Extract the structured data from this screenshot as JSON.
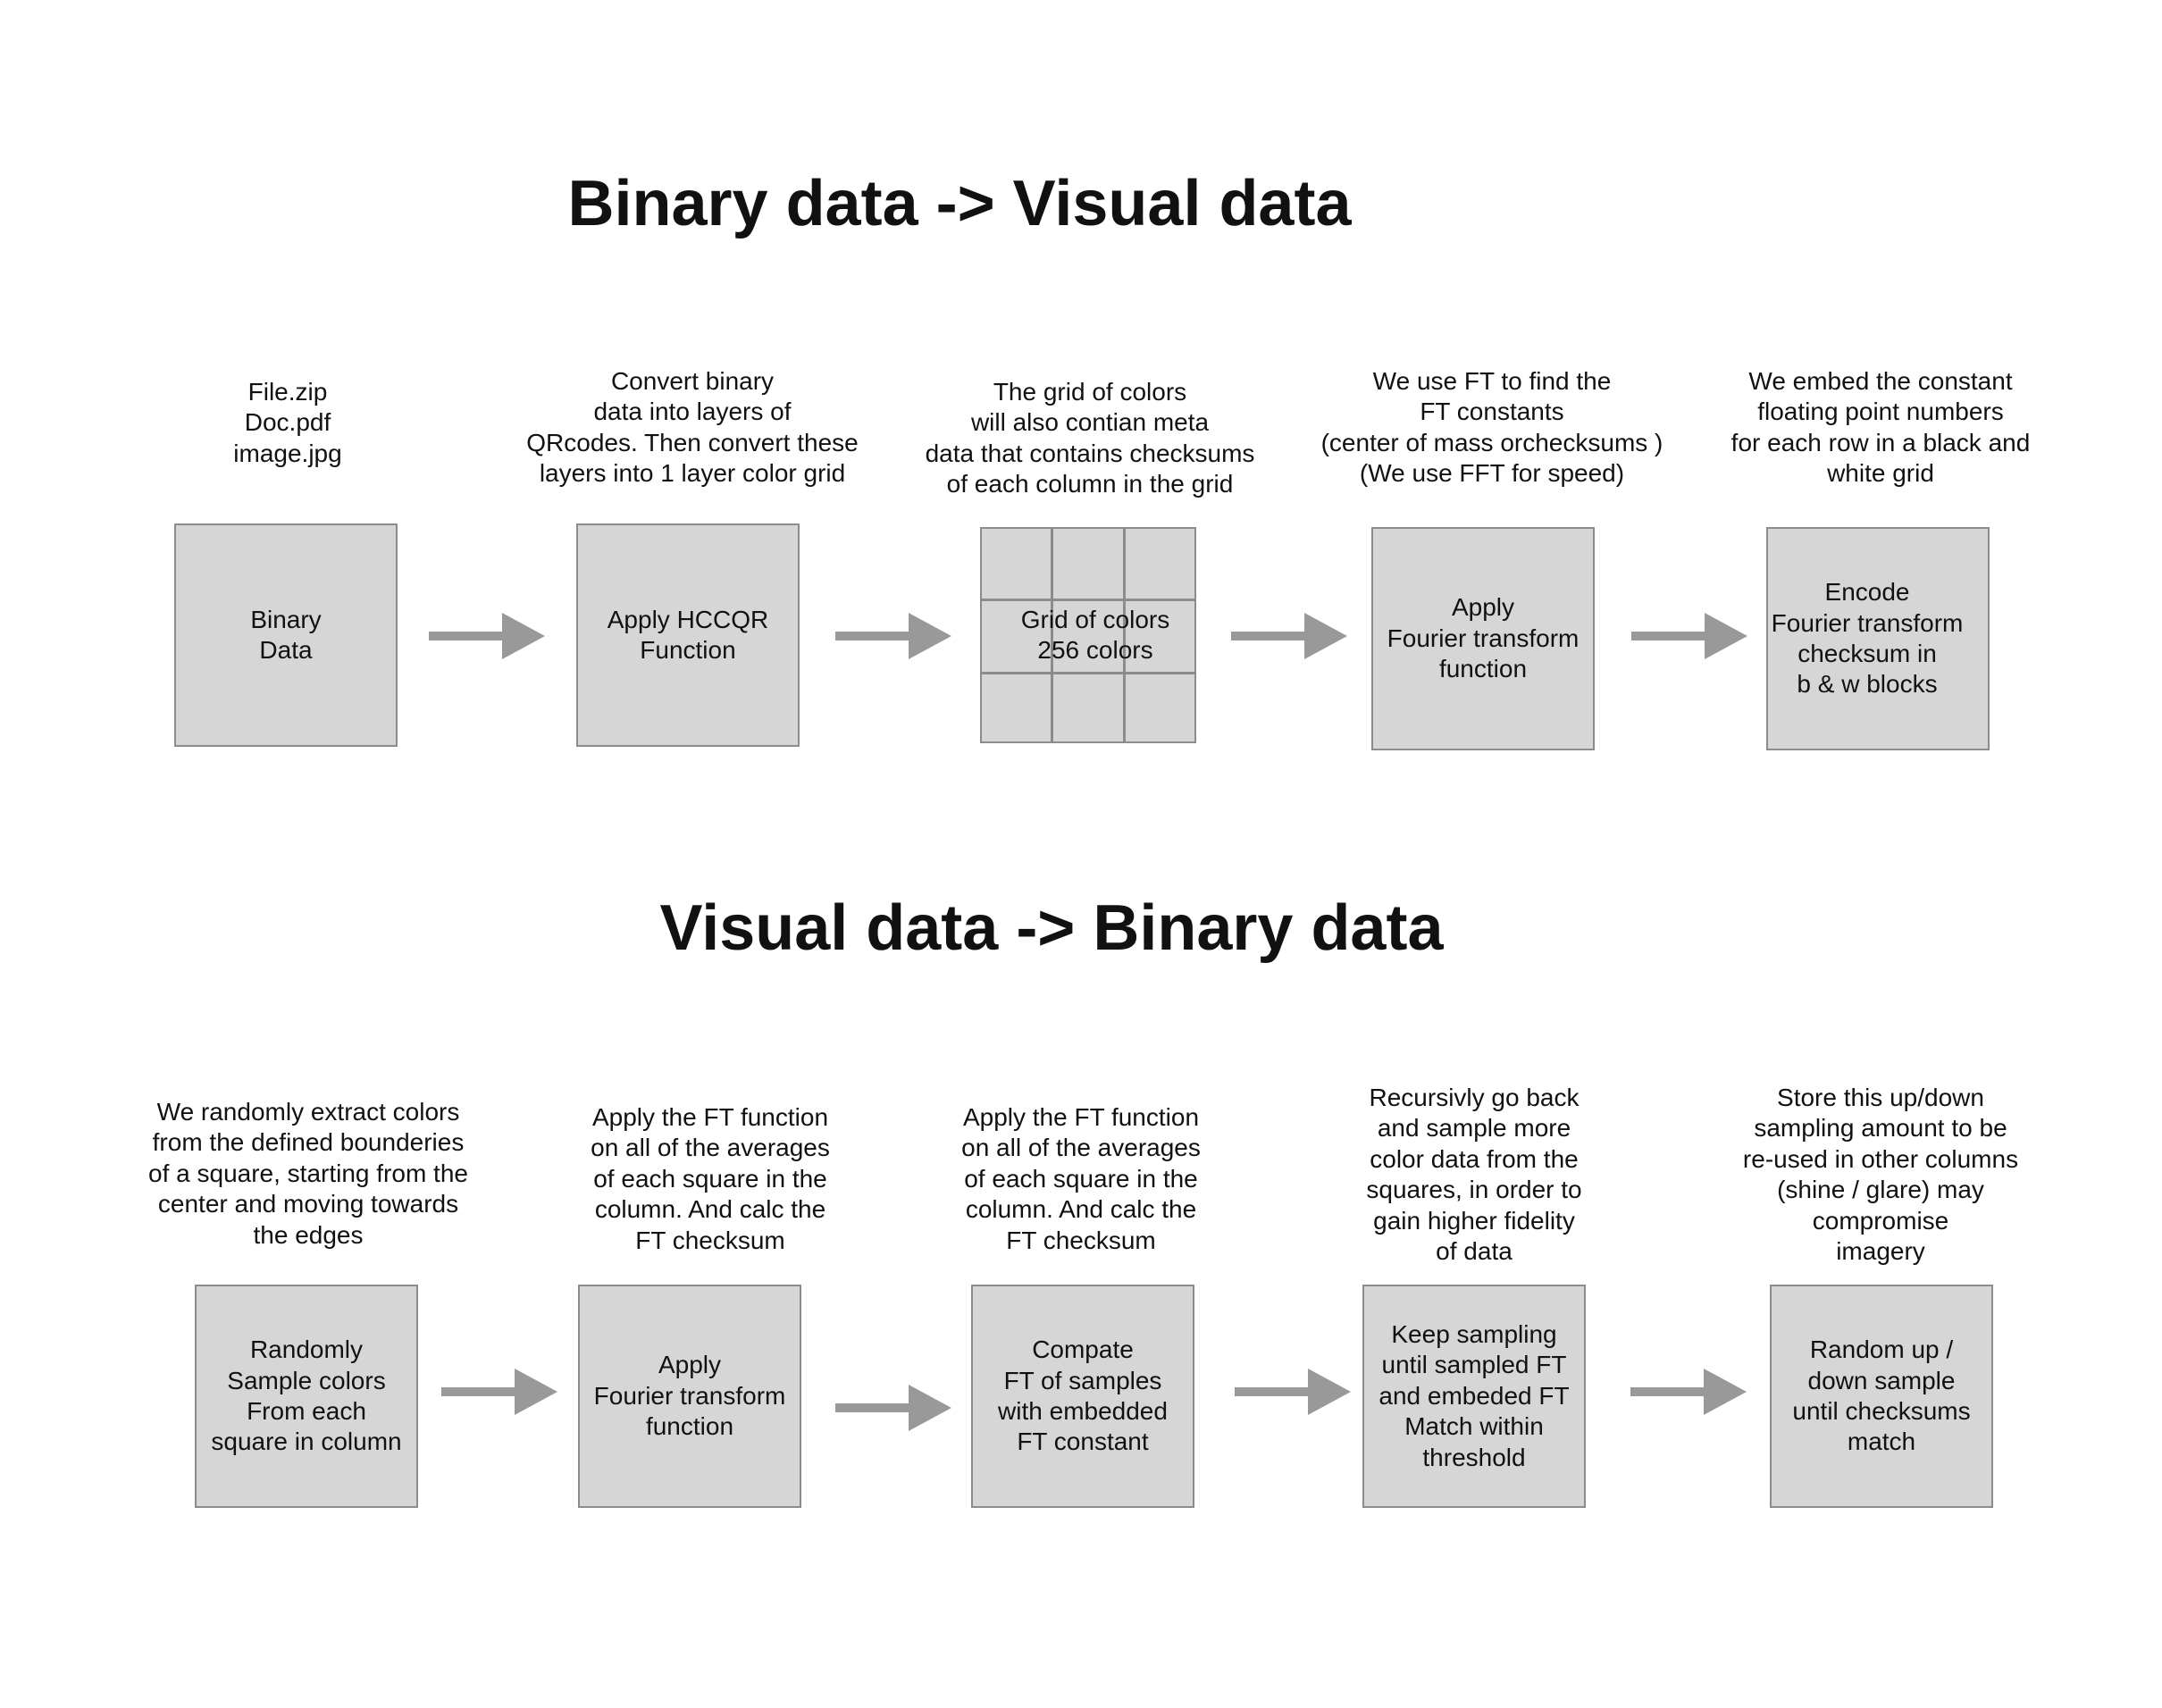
{
  "diagram": {
    "sections": [
      {
        "title": "Binary data -> Visual data",
        "steps": [
          {
            "caption": "File.zip\nDoc.pdf\nimage.jpg",
            "label": "Binary\nData"
          },
          {
            "caption": "Convert binary\ndata into layers of\nQRcodes. Then convert these\nlayers into 1 layer color grid",
            "label": "Apply HCCQR\nFunction"
          },
          {
            "caption": "The grid of colors\nwill also contian meta\ndata that contains checksums\nof each column in the grid",
            "label": "Grid of colors\n256 colors"
          },
          {
            "caption": "We use FT to find the\nFT constants\n(center of mass orchecksums )\n(We use FFT for speed)",
            "label": "Apply\nFourier transform\nfunction"
          },
          {
            "caption": "We embed the constant\nfloating point numbers\nfor each row in a black and\nwhite grid",
            "label": "Encode\nFourier transform\nchecksum in\nb & w blocks"
          }
        ]
      },
      {
        "title": "Visual data -> Binary data",
        "steps": [
          {
            "caption": "We randomly extract colors\nfrom the defined bounderies\nof a square, starting from the\ncenter and moving towards\nthe edges",
            "label": "Randomly\nSample colors\nFrom each\nsquare in column"
          },
          {
            "caption": "Apply the FT function\non all of the averages\nof each square in the\ncolumn. And calc the\nFT checksum",
            "label": "Apply\nFourier transform\nfunction"
          },
          {
            "caption": "Apply the FT function\non all of the averages\nof each square in the\ncolumn. And calc the\nFT checksum",
            "label": "Compate\nFT of samples\nwith embedded\nFT constant"
          },
          {
            "caption": "Recursivly go back\nand sample more\ncolor data from the\nsquares, in order to\ngain higher fidelity\nof data",
            "label": "Keep sampling\nuntil sampled FT\nand embeded FT\nMatch within\nthreshold"
          },
          {
            "caption": "Store this up/down\nsampling amount to be\nre-used in other columns\n(shine / glare) may\ncompromise\nimagery",
            "label": "Random up /\ndown sample\nuntil checksums\nmatch"
          }
        ]
      }
    ],
    "colors": {
      "box_fill": "#d6d6d6",
      "box_border": "#8c8c8c",
      "arrow": "#999999"
    }
  }
}
